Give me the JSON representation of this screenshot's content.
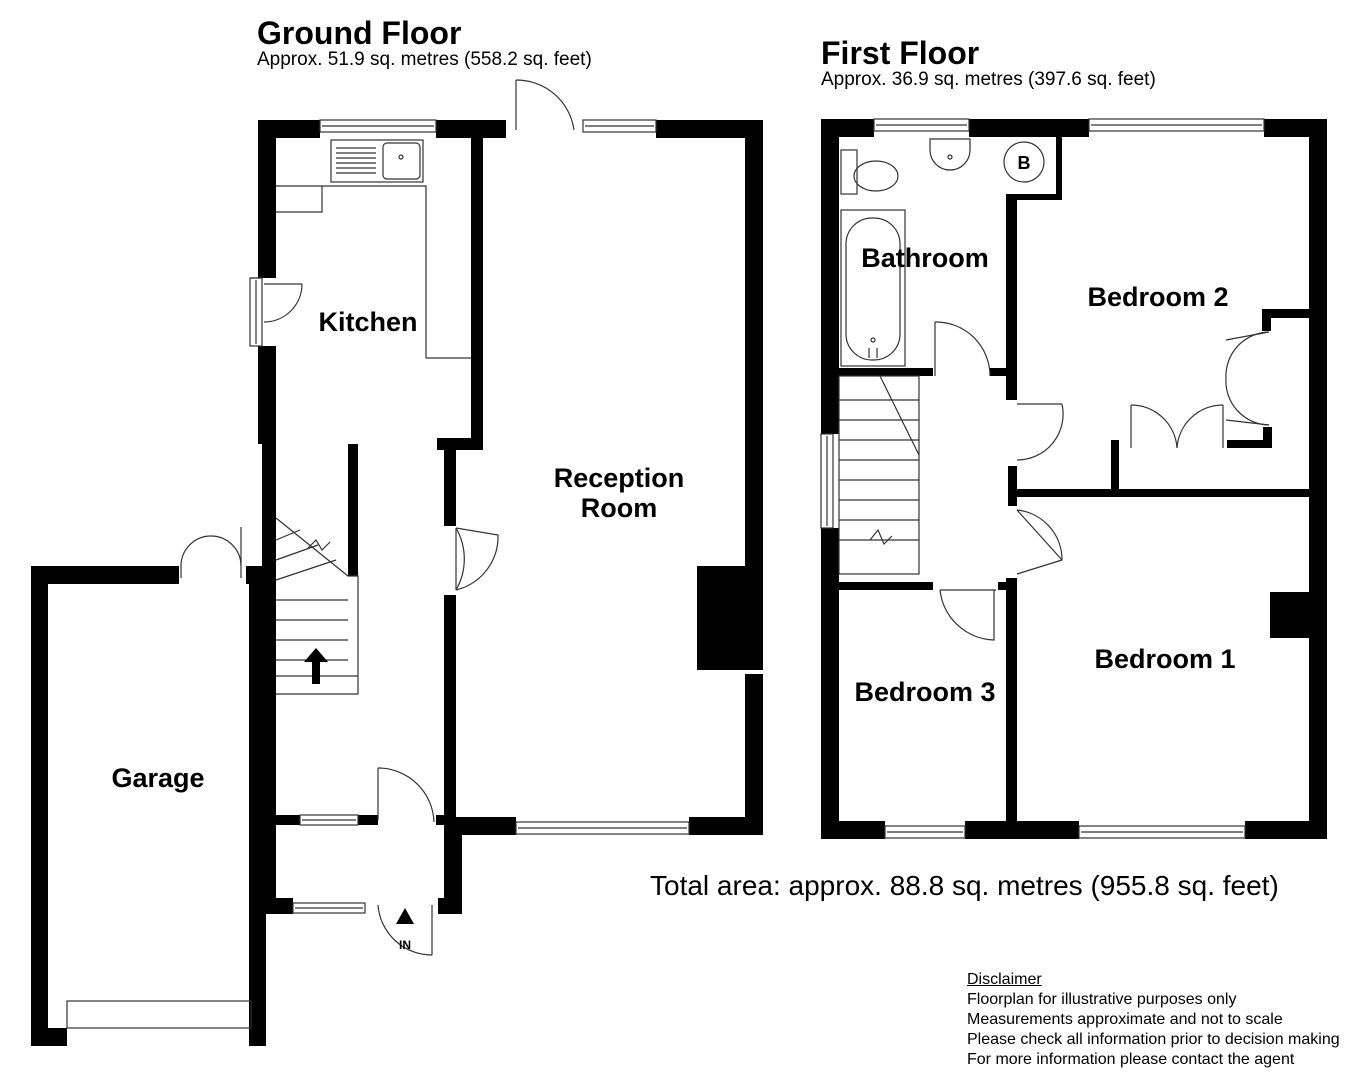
{
  "ground_floor": {
    "title": "Ground Floor",
    "area": "Approx. 51.9 sq. metres (558.2 sq. feet)",
    "rooms": {
      "kitchen": "Kitchen",
      "reception_line1": "Reception",
      "reception_line2": "Room",
      "garage": "Garage",
      "entrance": "IN"
    }
  },
  "first_floor": {
    "title": "First Floor",
    "area": "Approx. 36.9 sq. metres (397.6 sq. feet)",
    "rooms": {
      "bathroom": "Bathroom",
      "bedroom1": "Bedroom 1",
      "bedroom2": "Bedroom 2",
      "bedroom3": "Bedroom 3",
      "boiler": "B"
    }
  },
  "total_area": "Total area: approx. 88.8 sq. metres (955.8 sq. feet)",
  "disclaimer": {
    "heading": "Disclaimer",
    "lines": [
      "Floorplan for illustrative purposes only",
      "Measurements approximate and not to scale",
      "Please check all information prior to decision making",
      "For more information please contact the agent"
    ]
  },
  "colors": {
    "wall": "#000000",
    "background": "#ffffff",
    "line": "#333333"
  }
}
